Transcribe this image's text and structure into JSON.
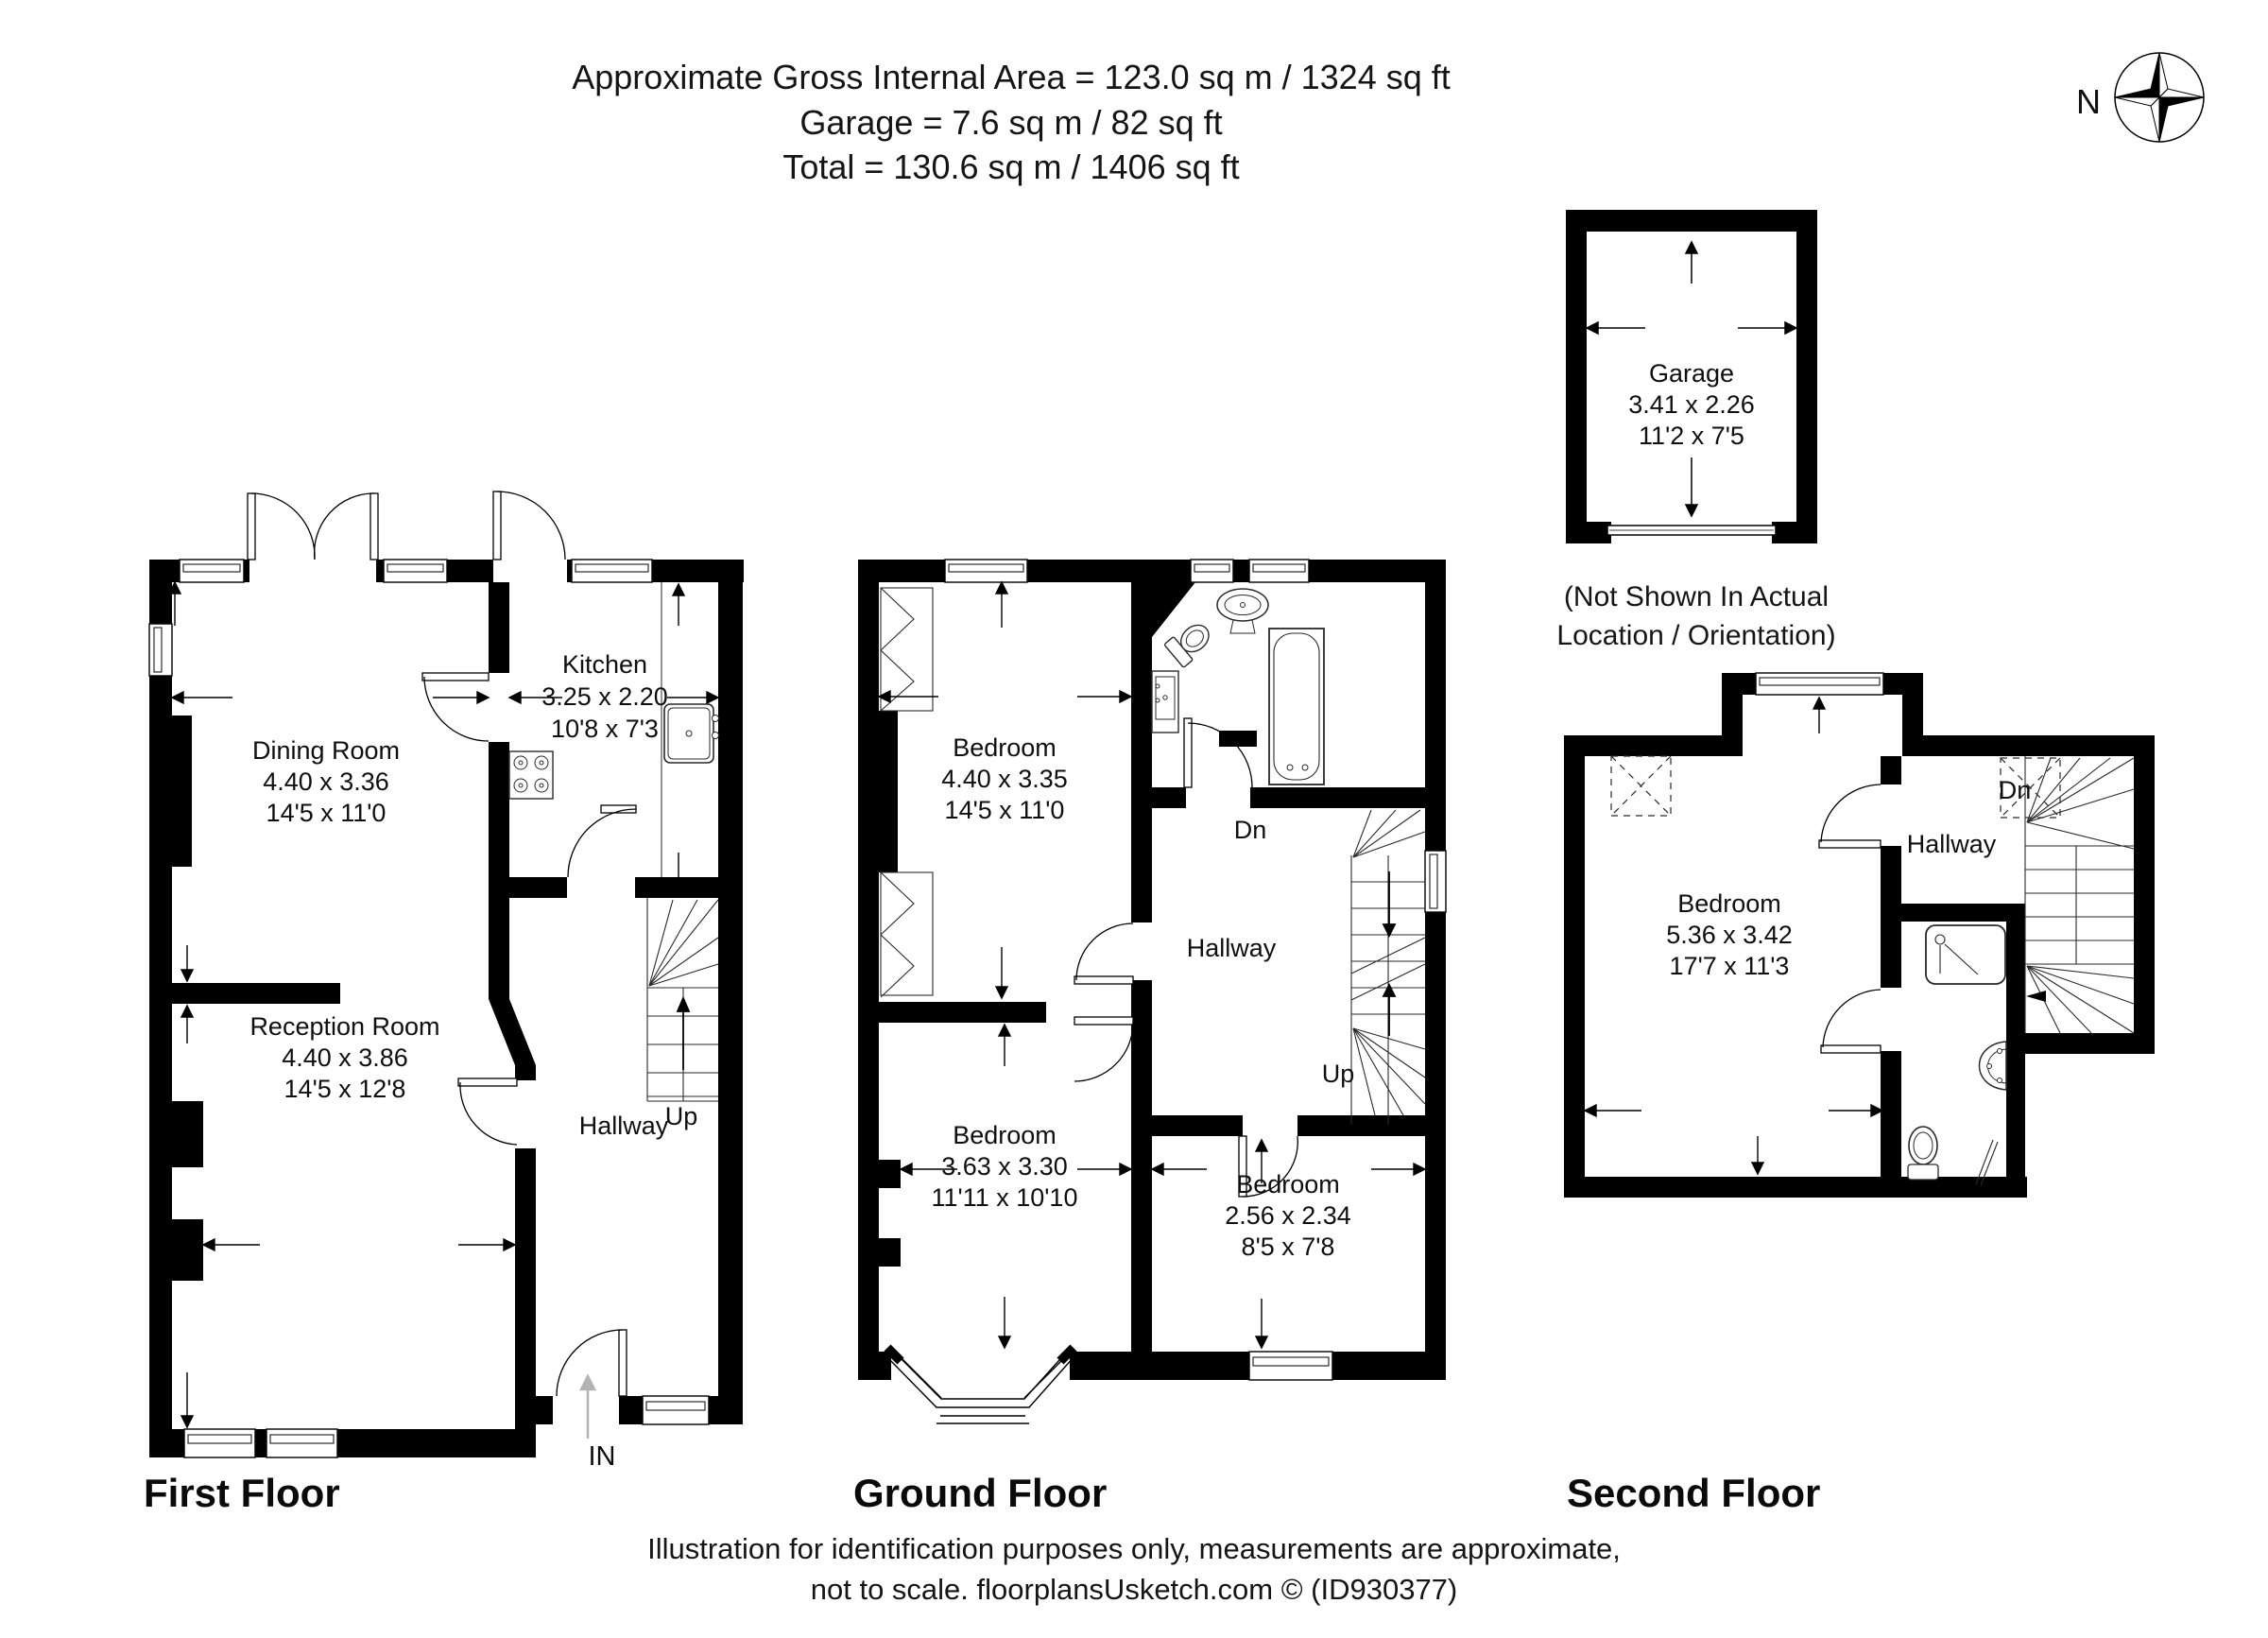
{
  "header": {
    "line1": "Approximate Gross Internal Area = 123.0 sq m / 1324 sq ft",
    "line2": "Garage = 7.6 sq m / 82 sq ft",
    "line3": "Total = 130.6 sq m / 1406 sq ft"
  },
  "compass": {
    "north_label": "N"
  },
  "garage": {
    "name": "Garage",
    "dim_metric": "3.41 x 2.26",
    "dim_imperial": "11'2 x 7'5",
    "note_line1": "(Not Shown In Actual",
    "note_line2": "Location / Orientation)"
  },
  "first_floor": {
    "label": "First Floor",
    "dining": {
      "name": "Dining Room",
      "dim_metric": "4.40 x 3.36",
      "dim_imperial": "14'5 x 11'0"
    },
    "kitchen": {
      "name": "Kitchen",
      "dim_metric": "3.25 x 2.20",
      "dim_imperial": "10'8 x 7'3"
    },
    "reception": {
      "name": "Reception Room",
      "dim_metric": "4.40 x 3.86",
      "dim_imperial": "14'5 x 12'8"
    },
    "hallway_label": "Hallway",
    "stairs_label": "Up",
    "entrance_label": "IN"
  },
  "ground_floor": {
    "label": "Ground Floor",
    "bedroom1": {
      "name": "Bedroom",
      "dim_metric": "4.40 x 3.35",
      "dim_imperial": "14'5 x 11'0"
    },
    "bedroom2": {
      "name": "Bedroom",
      "dim_metric": "3.63 x 3.30",
      "dim_imperial": "11'11 x 10'10"
    },
    "bedroom3": {
      "name": "Bedroom",
      "dim_metric": "2.56 x 2.34",
      "dim_imperial": "8'5 x 7'8"
    },
    "hallway_label": "Hallway",
    "stairs_down_label": "Dn",
    "stairs_up_label": "Up"
  },
  "second_floor": {
    "label": "Second Floor",
    "bedroom": {
      "name": "Bedroom",
      "dim_metric": "5.36 x 3.42",
      "dim_imperial": "17'7 x 11'3"
    },
    "hallway_label": "Hallway",
    "stairs_down_label": "Dn"
  },
  "footer": {
    "line1": "Illustration for identification purposes only, measurements are approximate,",
    "line2": "not to scale. floorplansUsketch.com © (ID930377)"
  }
}
